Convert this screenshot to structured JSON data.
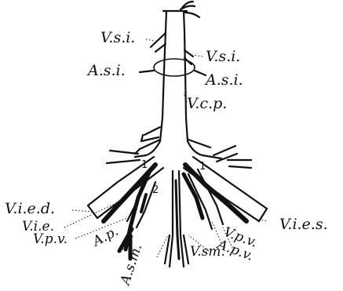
{
  "labels": {
    "vsi_left": "V.s.i.",
    "vsi_right": "V.s.i.",
    "asi_left": "A.s.i.",
    "asi_right": "A.s.i.",
    "vcp": "V.c.p.",
    "vied": "V.i.e.d.",
    "vie": "V.i.e.",
    "vpv_left": "V.p.v.",
    "ap_left": "A.p.",
    "asm": "A.s.m.",
    "vsm": "V.sm.",
    "vpv_right": "V.p.v.",
    "ap_right": "A.p.v.",
    "vies": "V.i.e.s.",
    "num1_left": "1",
    "num2_left": "2",
    "num1_right": "1"
  }
}
